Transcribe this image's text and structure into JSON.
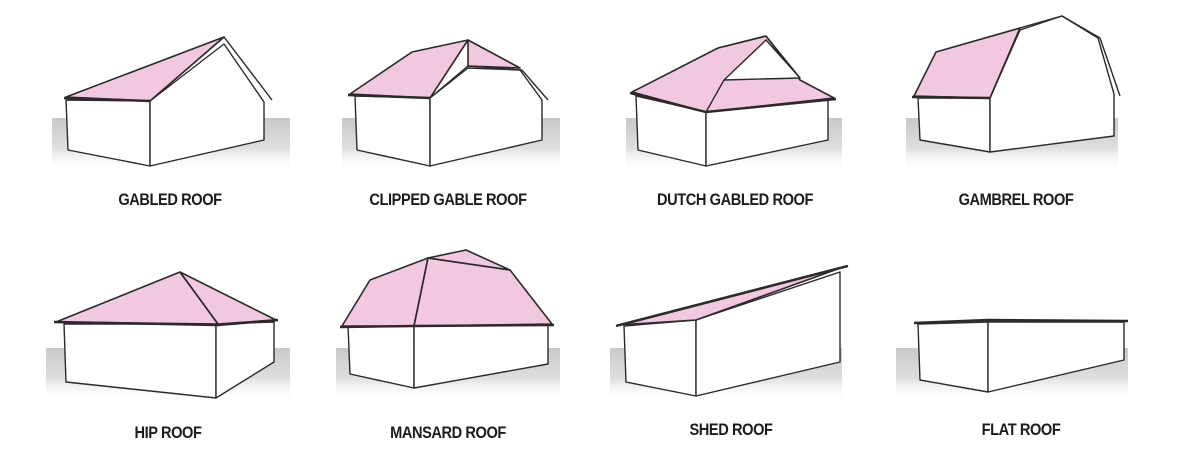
{
  "colors": {
    "roof": "#f2c8e0",
    "outline": "#2a2a2a",
    "ground": "#d2d2d2",
    "label": "#1c1c1c"
  },
  "roofs": [
    {
      "key": "gabled",
      "label": "GABLED ROOF"
    },
    {
      "key": "clipped-gable",
      "label": "CLIPPED GABLE ROOF"
    },
    {
      "key": "dutch-gabled",
      "label": "DUTCH GABLED ROOF"
    },
    {
      "key": "gambrel",
      "label": "GAMBREL ROOF"
    },
    {
      "key": "hip",
      "label": "HIP ROOF"
    },
    {
      "key": "mansard",
      "label": "MANSARD ROOF"
    },
    {
      "key": "shed",
      "label": "SHED ROOF"
    },
    {
      "key": "flat",
      "label": "FLAT ROOF"
    }
  ]
}
